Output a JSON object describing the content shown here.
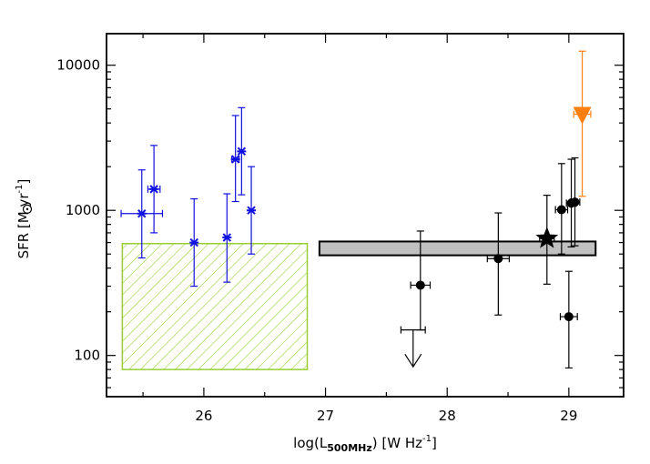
{
  "chart_data": {
    "type": "scatter",
    "xlim": [
      25.2,
      29.45
    ],
    "ylim": [
      52,
      16500
    ],
    "y_scale": "log",
    "x_ticks": [
      "26",
      "27",
      "28",
      "29"
    ],
    "y_ticks": [
      "100",
      "1000",
      "10000"
    ],
    "xlabel": {
      "pre": "log(L",
      "sub": "500MHz",
      "post": ") [W Hz",
      "sup": "-1",
      "end": "]"
    },
    "ylabel": {
      "pre": "SFR [M",
      "post": " yr",
      "sup": "-1",
      "end": "]"
    },
    "grid": false,
    "colors": {
      "blue": "#1010e0",
      "orange": "#ff7f0e",
      "green": "#9acd32",
      "band": "#c0c0c0",
      "black": "#000000"
    },
    "series": [
      {
        "marker": "x",
        "color": "#1010e0",
        "points": [
          {
            "x": 25.49,
            "y": 950,
            "xerr": 0.17,
            "ylo": 470,
            "yhi": 1900
          },
          {
            "x": 25.59,
            "y": 1400,
            "xerr": 0.05,
            "ylo": 700,
            "yhi": 2800
          },
          {
            "x": 25.92,
            "y": 600,
            "xerr": 0.0,
            "ylo": 300,
            "yhi": 1200
          },
          {
            "x": 26.19,
            "y": 650,
            "xerr": 0.0,
            "ylo": 320,
            "yhi": 1300
          },
          {
            "x": 26.26,
            "y": 2250,
            "xerr": 0.03,
            "ylo": 1150,
            "yhi": 4500
          },
          {
            "x": 26.31,
            "y": 2550,
            "xerr": 0.0,
            "ylo": 1280,
            "yhi": 5100
          },
          {
            "x": 26.39,
            "y": 1000,
            "xerr": 0.0,
            "ylo": 500,
            "yhi": 2000
          }
        ]
      },
      {
        "marker": "circle",
        "color": "#000000",
        "points": [
          {
            "x": 27.78,
            "y": 305,
            "xerr": 0.08,
            "ylo": 150,
            "yhi": 720
          },
          {
            "x": 28.42,
            "y": 465,
            "xerr": 0.09,
            "ylo": 190,
            "yhi": 960
          },
          {
            "x": 28.94,
            "y": 1010,
            "xerr": 0.05,
            "ylo": 500,
            "yhi": 2100
          },
          {
            "x": 29.0,
            "y": 185,
            "xerr": 0.07,
            "ylo": 82,
            "yhi": 380
          },
          {
            "x": 29.02,
            "y": 1120,
            "xerr": 0.04,
            "ylo": 560,
            "yhi": 2250
          },
          {
            "x": 29.05,
            "y": 1140,
            "xerr": 0.04,
            "ylo": 570,
            "yhi": 2300
          }
        ]
      },
      {
        "marker": "star",
        "color": "#000000",
        "points": [
          {
            "x": 28.82,
            "y": 640,
            "xerr": 0.06,
            "ylo": 310,
            "yhi": 1270
          }
        ]
      },
      {
        "marker": "triangle-down",
        "color": "#ff7f0e",
        "points": [
          {
            "x": 29.11,
            "y": 4600,
            "xerr": 0.07,
            "ylo": 1250,
            "yhi": 12500
          }
        ]
      },
      {
        "marker": "upper-limit-arrow",
        "color": "#000000",
        "points": [
          {
            "x": 27.72,
            "y": 150,
            "xerr": 0.1,
            "ylo": 80,
            "yhi": 150
          }
        ]
      }
    ],
    "regions": [
      {
        "kind": "hatched-box",
        "color": "#9acd32",
        "x0": 25.33,
        "x1": 26.85,
        "y0": 80,
        "y1": 590
      },
      {
        "kind": "filled-box",
        "color": "#c0c0c0",
        "x0": 26.95,
        "x1": 29.22,
        "y0": 490,
        "y1": 610
      }
    ]
  }
}
